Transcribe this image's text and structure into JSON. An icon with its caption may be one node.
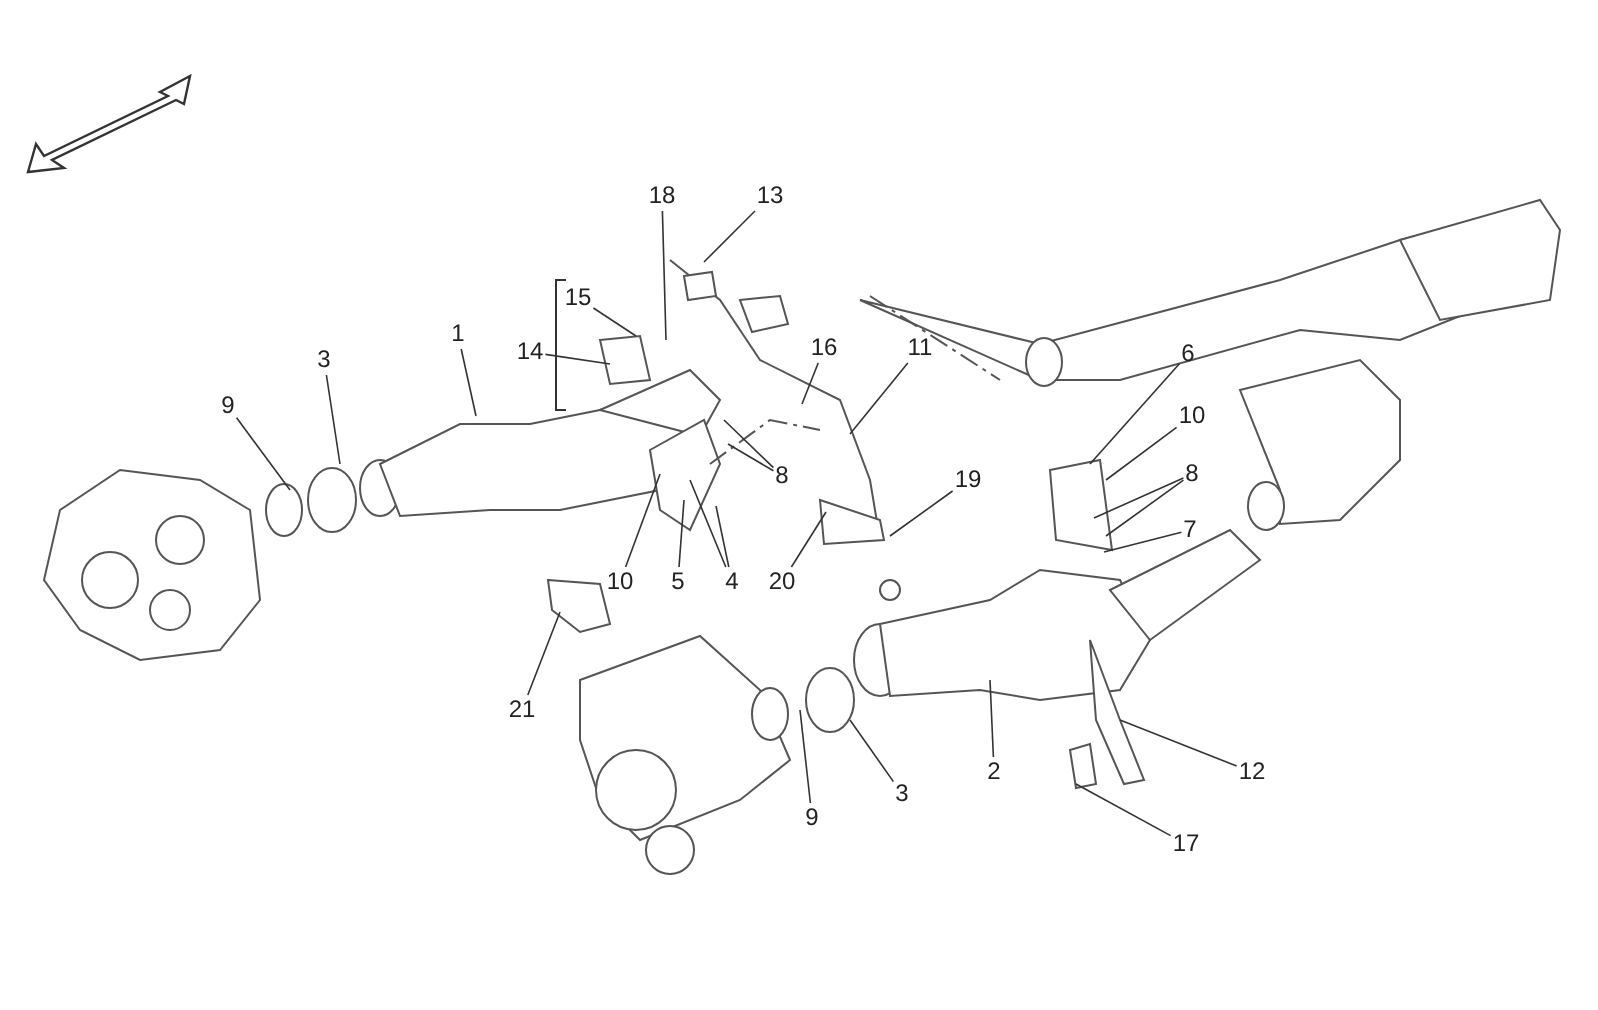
{
  "diagram": {
    "nodes": [
      {
        "text": [
          "18"
        ]
      },
      {
        "text": [
          "13"
        ]
      },
      {
        "text": [
          "15"
        ]
      },
      {
        "text": [
          "14"
        ]
      },
      {
        "text": [
          "1"
        ]
      },
      {
        "text": [
          "3"
        ]
      },
      {
        "text": [
          "16"
        ]
      },
      {
        "text": [
          "11"
        ]
      },
      {
        "text": [
          "6"
        ]
      },
      {
        "text": [
          "9"
        ]
      },
      {
        "text": [
          "10"
        ]
      },
      {
        "text": [
          "8"
        ]
      },
      {
        "text": [
          "8"
        ]
      },
      {
        "text": [
          "19"
        ]
      },
      {
        "text": [
          "7"
        ]
      },
      {
        "text": [
          "10"
        ]
      },
      {
        "text": [
          "5"
        ]
      },
      {
        "text": [
          "4"
        ]
      },
      {
        "text": [
          "20"
        ]
      },
      {
        "text": [
          "21"
        ]
      },
      {
        "text": [
          "2"
        ]
      },
      {
        "text": [
          "12"
        ]
      },
      {
        "text": [
          "9"
        ]
      },
      {
        "text": [
          "3"
        ]
      },
      {
        "text": [
          "17"
        ]
      }
    ],
    "edges": [
      {
        "from": 0,
        "to": null,
        "arrow": "none"
      },
      {
        "from": 1,
        "to": null,
        "arrow": "none"
      },
      {
        "from": 2,
        "to": null,
        "arrow": "none"
      },
      {
        "from": 3,
        "to": null,
        "arrow": "none"
      },
      {
        "from": 4,
        "to": null,
        "arrow": "none"
      },
      {
        "from": 5,
        "to": null,
        "arrow": "none"
      },
      {
        "from": 6,
        "to": null,
        "arrow": "none"
      },
      {
        "from": 7,
        "to": null,
        "arrow": "none"
      },
      {
        "from": 8,
        "to": null,
        "arrow": "none"
      },
      {
        "from": 9,
        "to": null,
        "arrow": "none"
      },
      {
        "from": 10,
        "to": null,
        "arrow": "none"
      },
      {
        "from": 11,
        "to": null,
        "arrow": "none"
      },
      {
        "from": 11,
        "to": null,
        "arrow": "none"
      },
      {
        "from": 12,
        "to": null,
        "arrow": "none"
      },
      {
        "from": 12,
        "to": null,
        "arrow": "none"
      },
      {
        "from": 13,
        "to": null,
        "arrow": "none"
      },
      {
        "from": 14,
        "to": null,
        "arrow": "none"
      },
      {
        "from": 15,
        "to": null,
        "arrow": "none"
      },
      {
        "from": 16,
        "to": null,
        "arrow": "none"
      },
      {
        "from": 17,
        "to": null,
        "arrow": "none"
      },
      {
        "from": 17,
        "to": null,
        "arrow": "none"
      },
      {
        "from": 18,
        "to": null,
        "arrow": "none"
      },
      {
        "from": 19,
        "to": null,
        "arrow": "none"
      },
      {
        "from": 20,
        "to": null,
        "arrow": "none"
      },
      {
        "from": 21,
        "to": null,
        "arrow": "none"
      },
      {
        "from": 22,
        "to": null,
        "arrow": "none"
      },
      {
        "from": 23,
        "to": null,
        "arrow": "none"
      },
      {
        "from": 24,
        "to": null,
        "arrow": "none"
      }
    ]
  }
}
